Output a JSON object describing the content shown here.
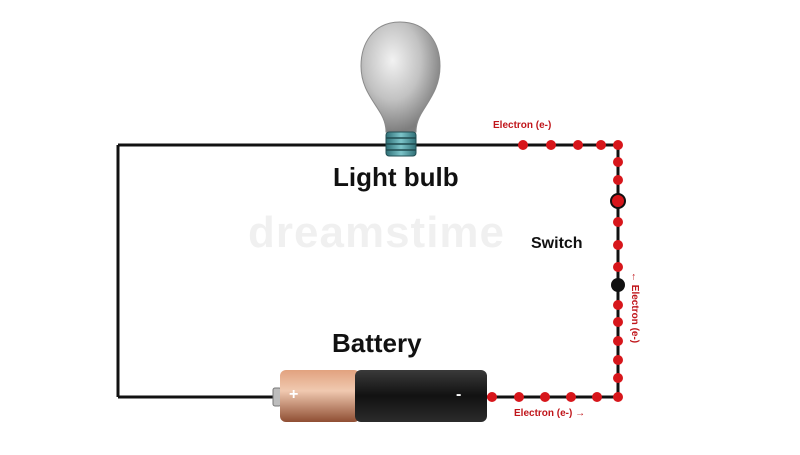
{
  "labels": {
    "light_bulb": "Light bulb",
    "battery": "Battery",
    "switch": "Switch",
    "electron_top": "Electron (e-)",
    "electron_right": "← Electron (e-)",
    "electron_bottom": "Electron (e-) →",
    "battery_positive": "+",
    "battery_negative": "-"
  },
  "watermark": "dreamstime",
  "colors": {
    "wire": "#111111",
    "electron": "#d7161b",
    "bulb_glass": "#b9b9b9",
    "bulb_base": "#5aa3a9",
    "battery_copper": "#c27d5e",
    "battery_black": "#1b1b1b"
  },
  "icons": {
    "bulb": "light-bulb-icon",
    "battery": "battery-icon",
    "switch_open": "switch-open-circle-icon",
    "switch_closed": "switch-node-dot-icon"
  }
}
